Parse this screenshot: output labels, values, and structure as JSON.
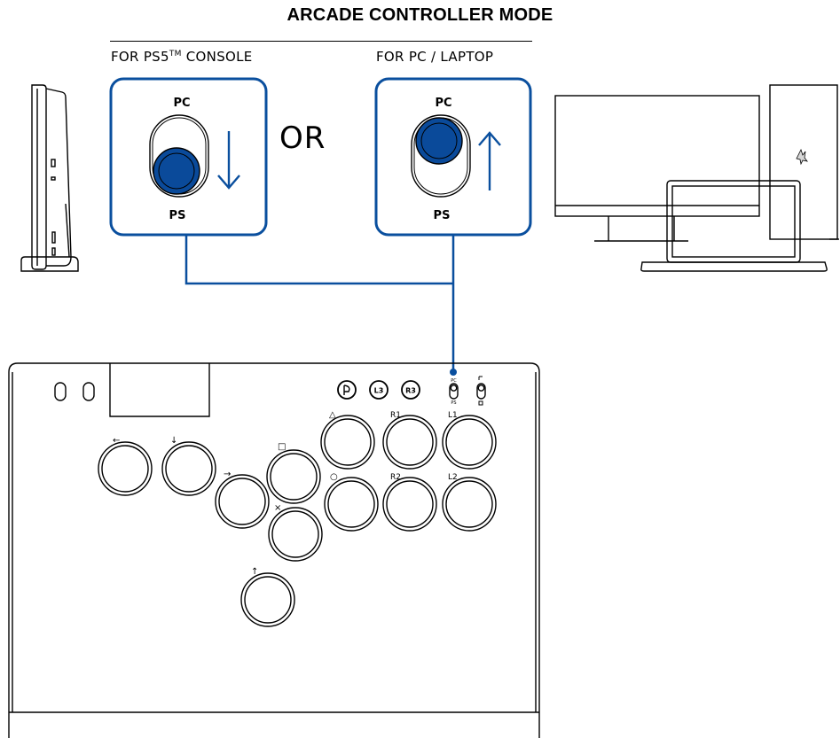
{
  "title": "ARCADE CONTROLLER MODE",
  "left_option": {
    "heading": "FOR PS5",
    "heading_tm": "TM",
    "heading_suffix": " CONSOLE",
    "switch_top_label": "PC",
    "switch_bottom_label": "PS",
    "switch_position": "PS",
    "arrow_direction": "down"
  },
  "or_text": "OR",
  "right_option": {
    "heading": "FOR PC / LAPTOP",
    "switch_top_label": "PC",
    "switch_bottom_label": "PS",
    "switch_position": "PC",
    "arrow_direction": "up"
  },
  "controller": {
    "top_buttons": [
      "L3",
      "R3"
    ],
    "mode_switch_top": "PC",
    "mode_switch_bottom": "PS",
    "button_labels": {
      "left": "←",
      "down": "↓",
      "right": "→",
      "up": "↑",
      "square": "□",
      "cross": "×",
      "triangle": "△",
      "circle": "○",
      "r1": "R1",
      "l1": "L1",
      "r2": "R2",
      "l2": "L2"
    }
  },
  "colors": {
    "accent": "#0a4f9e",
    "knob": "#0a4a9a",
    "line": "#000000"
  }
}
